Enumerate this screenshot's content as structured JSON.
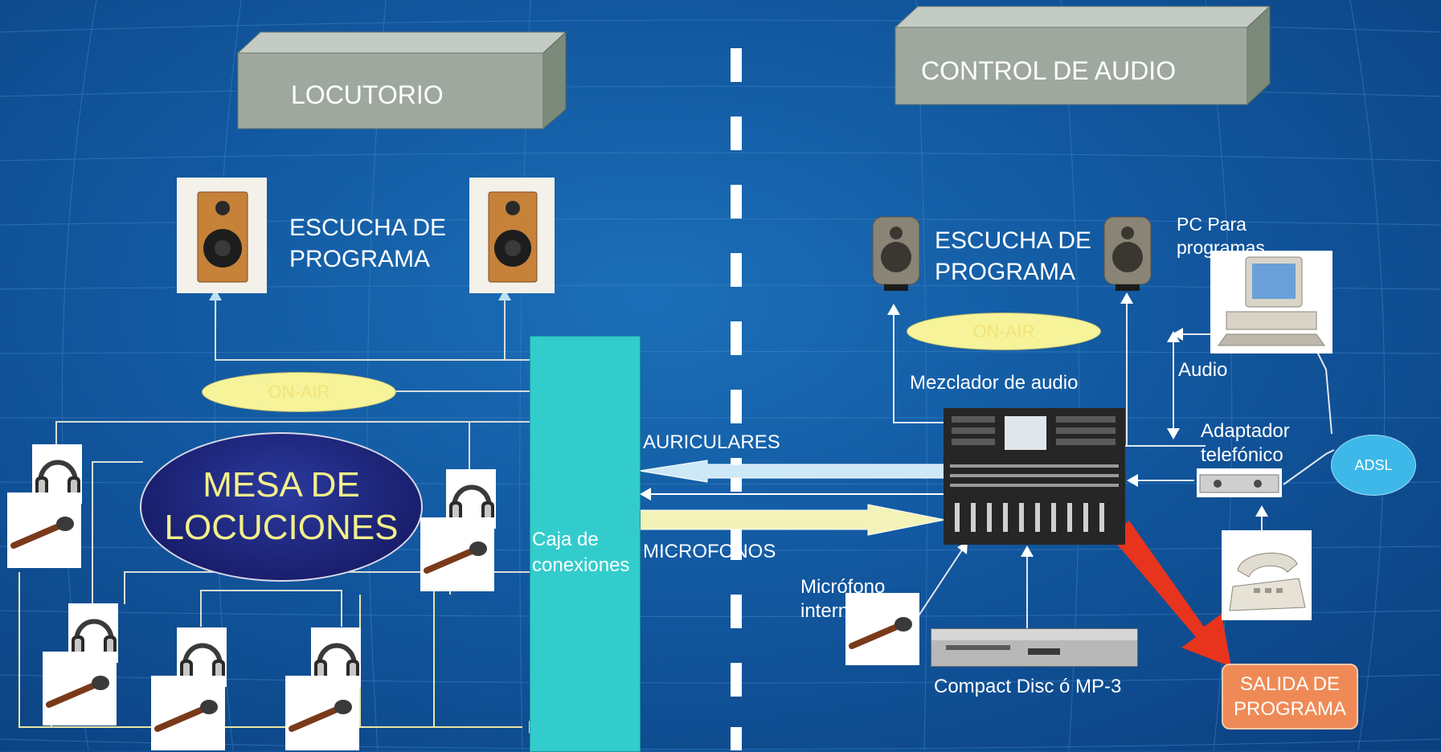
{
  "locutorio": {
    "title": "LOCUTORIO"
  },
  "control": {
    "title": "CONTROL DE AUDIO"
  },
  "left_monitors": {
    "label_line1": "ESCUCHA DE",
    "label_line2": "PROGRAMA"
  },
  "right_monitors": {
    "label_line1": "ESCUCHA DE",
    "label_line2": "PROGRAMA"
  },
  "onair_left": "ON-AIR",
  "onair_right": "ON-AIR",
  "mesa": {
    "line1": "MESA DE",
    "line2": "LOCUCIONES"
  },
  "caja": {
    "line1": "Caja de",
    "line2": "conexiones"
  },
  "auriculares": "AURICULARES",
  "microfonos": "MICROFONOS",
  "mezclador": "Mezclador de audio",
  "pc": {
    "line1": "PC Para",
    "line2": "programas"
  },
  "audio": "Audio",
  "adaptador": {
    "line1": "Adaptador",
    "line2": "telefónico"
  },
  "adsl": "ADSL",
  "microfono_int": {
    "line1": "Micrófono",
    "line2": "interno"
  },
  "cd": "Compact Disc ó MP-3",
  "salida": {
    "line1": "SALIDA DE",
    "line2": "PROGRAMA"
  },
  "colors": {
    "background": "#1258a0",
    "caja": "#33cccc",
    "onair": "#f6f39a",
    "salida": "#ef8a56",
    "adsl": "#3db8e8",
    "program_arrow": "#e8341c",
    "connection_arrow": "#cde8f7"
  }
}
